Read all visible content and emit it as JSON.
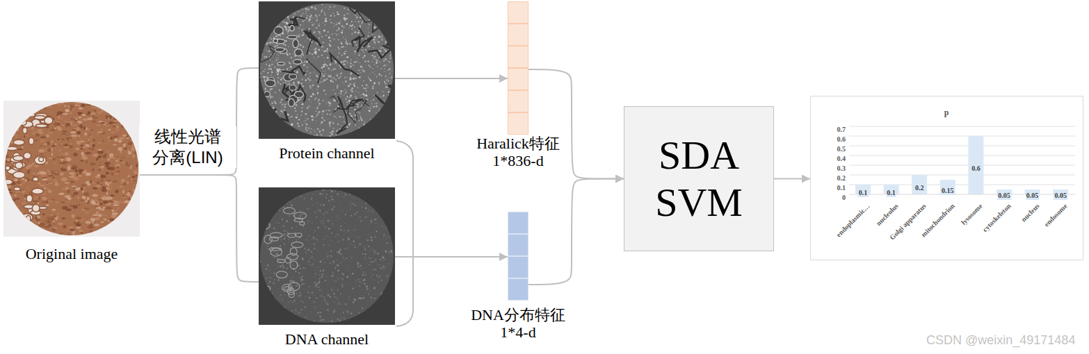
{
  "diagram": {
    "nodes": [
      {
        "text": [
          "Original image"
        ]
      },
      {
        "text": [
          "Protein channel"
        ]
      },
      {
        "text": [
          "DNA channel"
        ]
      },
      {
        "text": [
          "Haralick特征 1*836-d"
        ]
      },
      {
        "text": [
          "DNA分布特征 1*4-d"
        ]
      },
      {
        "text": [
          "SDA SVM"
        ]
      },
      {
        "text": [
          "p"
        ]
      }
    ],
    "edges": [
      {
        "from": 0,
        "to": 1,
        "label": "线性光谱 分离(LIN)",
        "arrow": "none"
      },
      {
        "from": 0,
        "to": 2,
        "arrow": "none"
      },
      {
        "from": 1,
        "to": 3,
        "arrow": "to"
      },
      {
        "from": 2,
        "to": 4,
        "arrow": "to"
      },
      {
        "from": 3,
        "to": 5,
        "arrow": "to"
      },
      {
        "from": 4,
        "to": 5,
        "arrow": "to"
      },
      {
        "from": 5,
        "to": 6,
        "arrow": "to"
      }
    ],
    "labels": [
      "0.7",
      "0.6",
      "0.5",
      "0.4",
      "0.3",
      "0.2",
      "0.1",
      "0",
      "0.1",
      "0.1",
      "0.2",
      "0.15",
      "0.6",
      "0.05",
      "0.05",
      "0.05",
      "endoplasmic…",
      "nucleolus",
      "Golgi apparatus",
      "mitochondrion",
      "lysosome",
      "cytoskeleton",
      "nucleus",
      "endosome",
      "CSDN @weixin_49171484"
    ]
  }
}
